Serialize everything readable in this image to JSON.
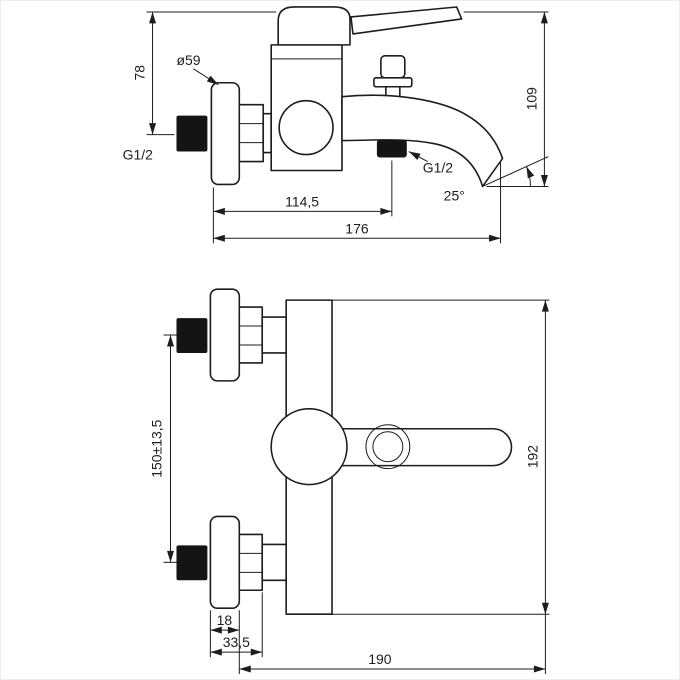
{
  "side_view": {
    "dim_handle_height": "78",
    "dim_flange_diameter": "ø59",
    "thread_wall": "G1/2",
    "thread_spout": "G1/2",
    "dim_overall_height": "109",
    "dim_spout_center": "114,5",
    "dim_overall_depth": "176",
    "spout_angle": "25°"
  },
  "front_view": {
    "dim_inlet_spacing": "150±13,5",
    "dim_body_width": "192",
    "dim_flange_depth": "18",
    "dim_wall_clearance": "33,5",
    "dim_overall_length": "190"
  },
  "colors": {
    "line": "#1d1d1d",
    "dark_fill": "#141414",
    "background": "#ffffff"
  }
}
